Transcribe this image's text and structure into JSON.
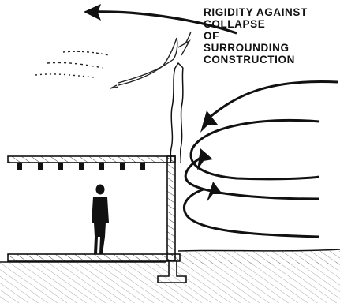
{
  "caption": {
    "lines": [
      "RIGIDITY AGAINST",
      "COLLAPSE",
      "OF",
      "SURROUNDING",
      "CONSTRUCTION"
    ]
  },
  "colors": {
    "ink": "#111111",
    "background": "#ffffff"
  },
  "illustration": {
    "elements": [
      "wind-arrows",
      "collapsing-wall-debris",
      "rigid-shelter",
      "standing-person",
      "ground",
      "foundation-footing"
    ]
  }
}
